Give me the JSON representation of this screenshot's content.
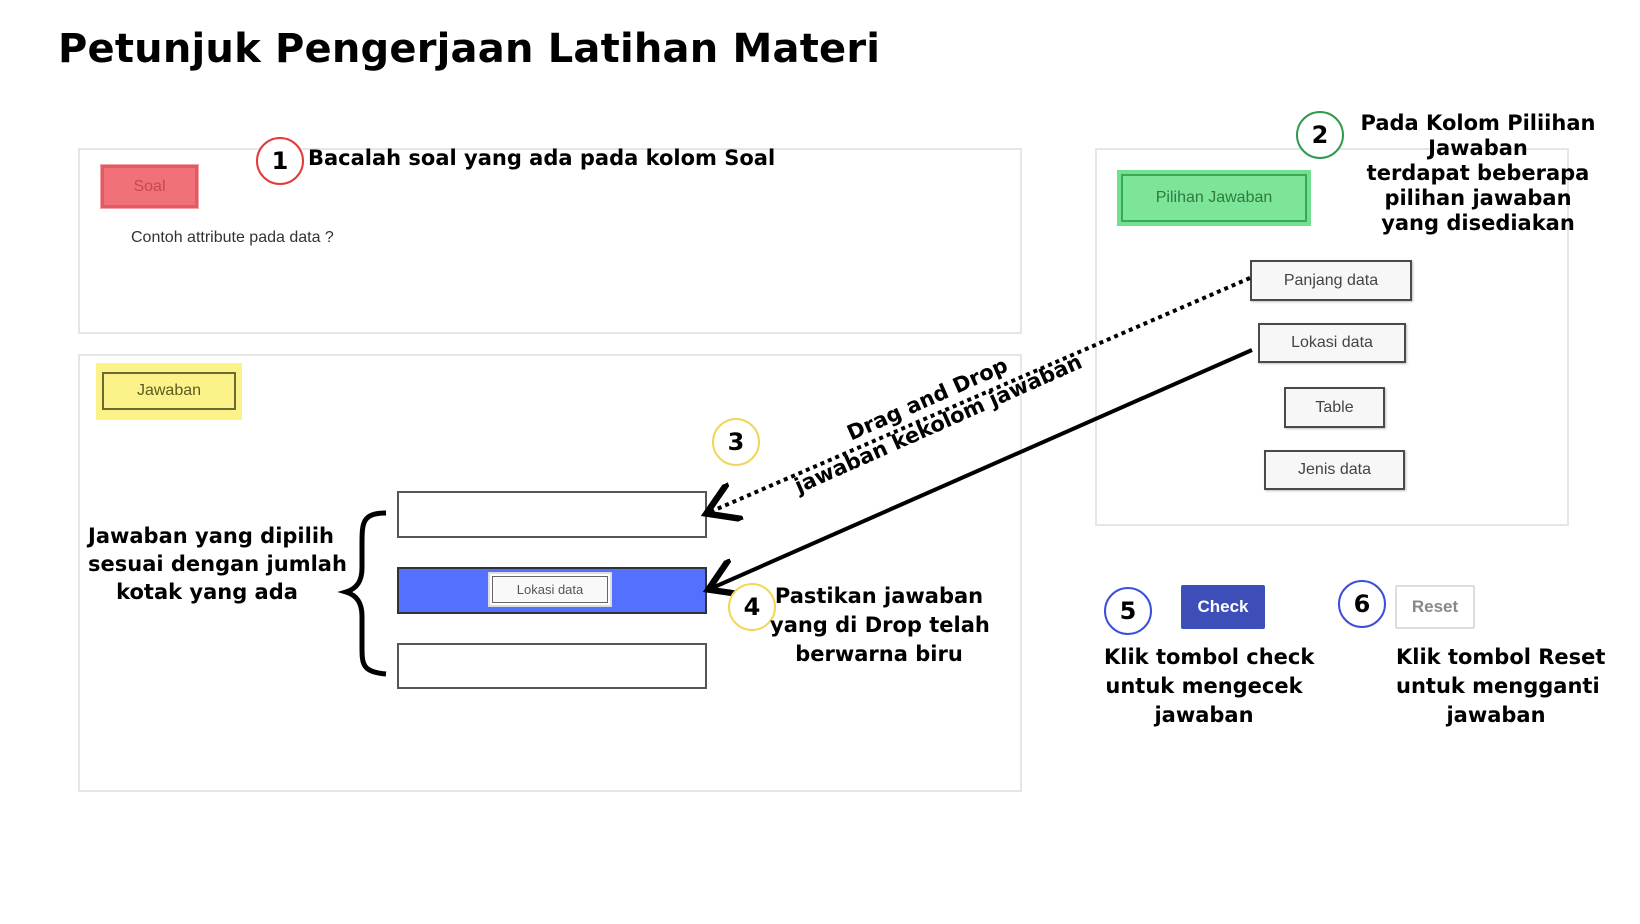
{
  "page": {
    "title": "Petunjuk Pengerjaan Latihan Materi"
  },
  "soal": {
    "label": "Soal",
    "question": "Contoh attribute pada data ?"
  },
  "jawaban": {
    "label": "Jawaban",
    "filled_slot_value": "Lokasi data"
  },
  "pilihan": {
    "label": "Pilihan Jawaban",
    "options": [
      "Panjang data",
      "Lokasi data",
      "Table",
      "Jenis data"
    ]
  },
  "buttons": {
    "check": "Check",
    "reset": "Reset"
  },
  "steps": [
    {
      "number": "1",
      "text": "Bacalah soal yang ada pada kolom Soal"
    },
    {
      "number": "2",
      "lines": [
        "Pada Kolom Piliihan",
        "Jawaban",
        "terdapat beberapa",
        "pilihan jawaban",
        "yang disediakan"
      ]
    },
    {
      "number": "3",
      "lines": [
        "Drag and Drop",
        "jawaban kekolom jawaban"
      ]
    },
    {
      "number": "4",
      "lines": [
        "Pastikan jawaban",
        "yang di Drop  telah",
        "berwarna biru"
      ]
    },
    {
      "number": "5",
      "lines": [
        "Klik tombol check",
        "untuk mengecek",
        "jawaban"
      ]
    },
    {
      "number": "6",
      "lines": [
        "Klik tombol Reset",
        "untuk mengganti",
        "jawaban"
      ]
    }
  ],
  "slots_note": {
    "lines": [
      "Jawaban yang dipilih",
      "sesuai dengan jumlah",
      "kotak yang ada"
    ]
  },
  "colors": {
    "soal_tag": "#f07278",
    "jawaban_tag": "#fbf38a",
    "pilihan_tag": "#7de597",
    "filled_slot": "#5470ff",
    "check_button": "#3d4eb8"
  }
}
